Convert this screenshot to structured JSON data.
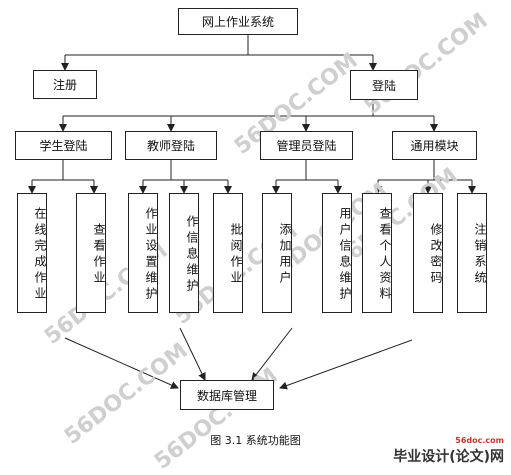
{
  "diagram": {
    "title": "网上作业系统",
    "level1": {
      "register": "注册",
      "login": "登陆"
    },
    "level2": {
      "student": "学生登陆",
      "teacher": "教师登陆",
      "admin": "管理员登陆",
      "common": "通用模块"
    },
    "level3": {
      "student_submit": "在线完成作业",
      "student_view": "查看作业",
      "teacher_maintain": "作业设置维护",
      "teacher_info": "作信息维护",
      "teacher_grade": "批阅作业",
      "admin_add": "添加用户",
      "admin_info": "用户信息维护",
      "common_profile": "查看个人资料",
      "common_password": "修改密码",
      "common_logout": "注销系统"
    },
    "database": "数据库管理"
  },
  "caption": "图 3.1  系统功能图",
  "watermark": "56DOC.COM",
  "logo": {
    "domain": "56doc.com",
    "title": "毕业设计(论文)网"
  }
}
